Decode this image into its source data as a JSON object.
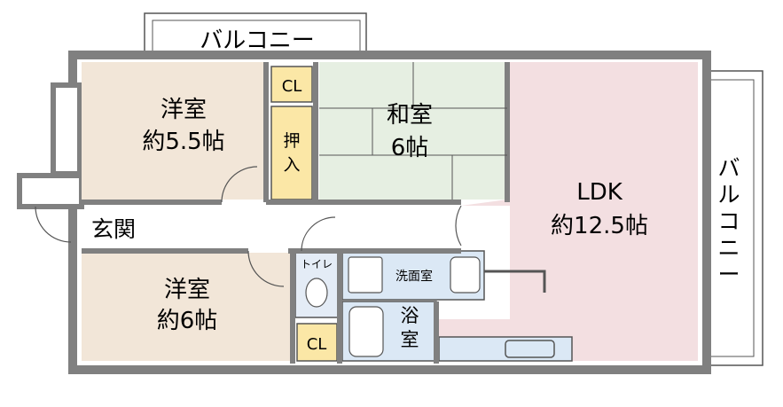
{
  "rooms": {
    "western1": {
      "name": "洋室",
      "size": "約5.5帖",
      "color": "#f2e6d8"
    },
    "japanese": {
      "name": "和室",
      "size": "6帖",
      "color": "#e6efe2"
    },
    "ldk": {
      "name": "LDK",
      "size": "約12.5帖",
      "color": "#f3dfe1"
    },
    "western2": {
      "name": "洋室",
      "size": "約6帖",
      "color": "#f2e6d8"
    },
    "closet_top": {
      "name": "CL",
      "color": "#fbe7a6"
    },
    "oshiire": {
      "line1": "押",
      "line2": "入",
      "color": "#fbe7a6"
    },
    "closet_bottom": {
      "name": "CL",
      "color": "#fbe7a6"
    },
    "toilet": {
      "name": "トイレ",
      "color": "#e4ecf6"
    },
    "washroom": {
      "name": "洗面室",
      "color": "#dbe8f5"
    },
    "bath": {
      "line1": "浴",
      "line2": "室",
      "color": "#dbe8f5"
    },
    "entrance": {
      "name": "玄関"
    }
  },
  "balconies": {
    "top": "バルコニー",
    "right": [
      "バ",
      "ル",
      "コ",
      "ニ",
      "ー"
    ]
  },
  "colors": {
    "wall": "#808080",
    "outline": "#555555"
  }
}
